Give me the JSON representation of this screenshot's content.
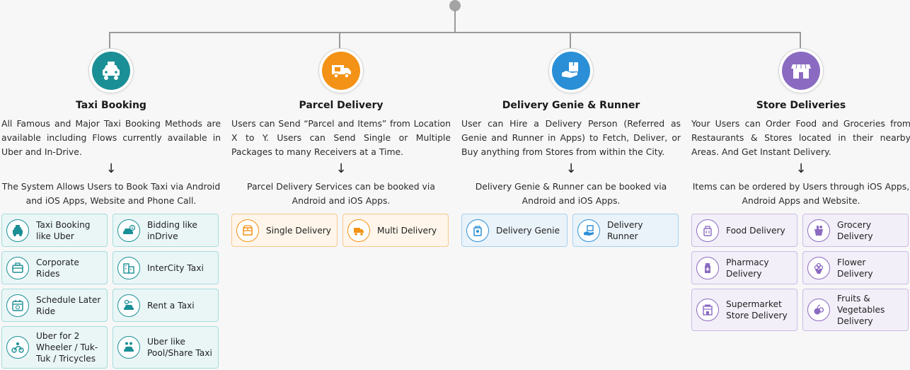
{
  "columns": [
    {
      "title": "Taxi Booking",
      "icon": "taxi-icon",
      "color": "#1b8f96",
      "description": "All Famous and Major Taxi Booking Methods are available including Flows currently available in Uber and In-Drive.",
      "note": "The System Allows Users to Book Taxi via Android and iOS Apps, Website and Phone Call.",
      "items": [
        {
          "label": "Taxi Booking like Uber",
          "icon": "taxi-icon"
        },
        {
          "label": "Bidding like inDrive",
          "icon": "bidding-car-icon"
        },
        {
          "label": "Corporate Rides",
          "icon": "briefcase-icon"
        },
        {
          "label": "InterCity Taxi",
          "icon": "buildings-icon"
        },
        {
          "label": "Schedule Later Ride",
          "icon": "calendar-icon"
        },
        {
          "label": "Rent a Taxi",
          "icon": "rent-taxi-icon"
        },
        {
          "label": "Uber for 2 Wheeler / Tuk-Tuk / Tricycles",
          "icon": "motorbike-icon"
        },
        {
          "label": "Uber like Pool/Share Taxi",
          "icon": "pool-car-icon"
        }
      ]
    },
    {
      "title": "Parcel Delivery",
      "icon": "delivery-truck-icon",
      "color": "#f39216",
      "description": "Users can Send “Parcel and Items” from Location X to Y. Users can Send Single or Multiple Packages to many Receivers at a Time.",
      "note": "Parcel Delivery Services can be booked via Android and iOS Apps.",
      "items": [
        {
          "label": "Single Delivery",
          "icon": "parcel-icon"
        },
        {
          "label": "Multi Delivery",
          "icon": "truck-icon"
        }
      ]
    },
    {
      "title": "Delivery Genie & Runner",
      "icon": "hand-package-icon",
      "color": "#2a8fd6",
      "description": "User can Hire a Delivery Person (Referred as Genie and Runner in Apps) to Fetch, Deliver, or Buy anything from Stores from within the City.",
      "note": "Delivery Genie & Runner can be booked via Android and iOS Apps.",
      "items": [
        {
          "label": "Delivery Genie",
          "icon": "genie-bag-icon"
        },
        {
          "label": "Delivery Runner",
          "icon": "runner-package-icon"
        }
      ]
    },
    {
      "title": "Store Deliveries",
      "icon": "storefront-icon",
      "color": "#8b6bc1",
      "description": "Your Users can Order Food and Groceries from Restaurants & Stores located in their nearby Areas. And Get Instant Delivery.",
      "note": "Items can be ordered by Users through iOS Apps, Android Apps and Website.",
      "items": [
        {
          "label": "Food Delivery",
          "icon": "food-icon"
        },
        {
          "label": "Grocery Delivery",
          "icon": "grocery-icon"
        },
        {
          "label": "Pharmacy Delivery",
          "icon": "pharmacy-icon"
        },
        {
          "label": "Flower Delivery",
          "icon": "flower-icon"
        },
        {
          "label": "Supermarket Store Delivery",
          "icon": "supermarket-icon"
        },
        {
          "label": "Fruits & Vegetables Delivery",
          "icon": "fruits-icon"
        }
      ]
    }
  ],
  "arrow": "↓"
}
